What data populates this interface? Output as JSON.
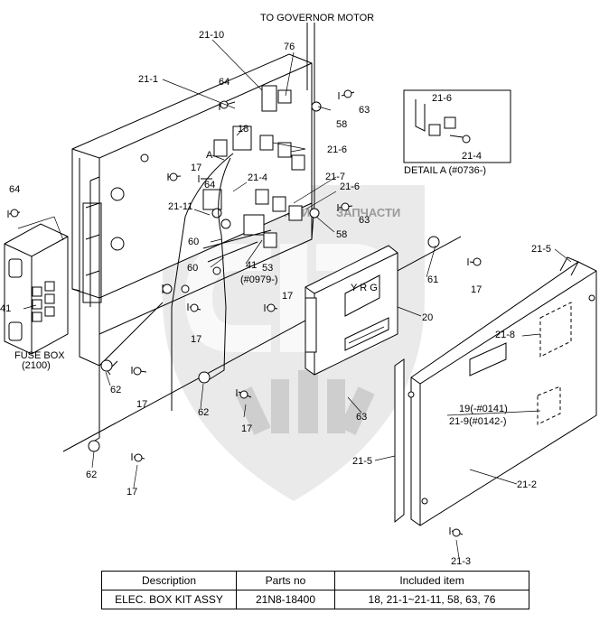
{
  "header": {
    "governor_label": "TO GOVERNOR MOTOR"
  },
  "callouts": {
    "c_21_10": "21-10",
    "c_76": "76",
    "c_21_1": "21-1",
    "c_64a": "64",
    "c_18": "18",
    "c_63a": "63",
    "c_58a": "58",
    "c_21_6a": "21-6",
    "c_A": "A",
    "c_17a": "17",
    "c_64b": "64",
    "c_21_4a": "21-4",
    "c_21_7": "21-7",
    "c_21_6b": "21-6",
    "c_63b": "63",
    "c_21_11": "21-11",
    "c_58b": "58",
    "c_60a": "60",
    "c_41a": "41",
    "c_53": "53",
    "c_0979": "(#0979-)",
    "c_60b": "60",
    "c_17b": "17",
    "c_17c": "17",
    "c_61": "61",
    "c_17d": "17",
    "c_20": "20",
    "c_21_5a": "21-5",
    "c_21_8": "21-8",
    "c_64c": "64",
    "c_41b": "41",
    "c_fuse": "FUSE BOX",
    "c_2100": "(2100)",
    "c_62a": "62",
    "c_17e": "17",
    "c_62b": "62",
    "c_17f": "17",
    "c_62c": "62",
    "c_17g": "17",
    "c_63c": "63",
    "c_19": "19(-#0141)",
    "c_21_9": "21-9(#0142-)",
    "c_21_5b": "21-5",
    "c_21_2": "21-2",
    "c_21_3": "21-3"
  },
  "detail": {
    "c_21_6": "21-6",
    "c_21_4": "21-4",
    "caption": "DETAIL  A (#0736-)"
  },
  "watermark": {
    "text": "ЗАПЧАСТИ",
    "logo": "shield-logo"
  },
  "table": {
    "headers": [
      "Description",
      "Parts no",
      "Included item"
    ],
    "rows": [
      [
        "ELEC. BOX KIT ASSY",
        "21N8-18400",
        "18, 21-1~21-11, 58, 63, 76"
      ]
    ]
  }
}
